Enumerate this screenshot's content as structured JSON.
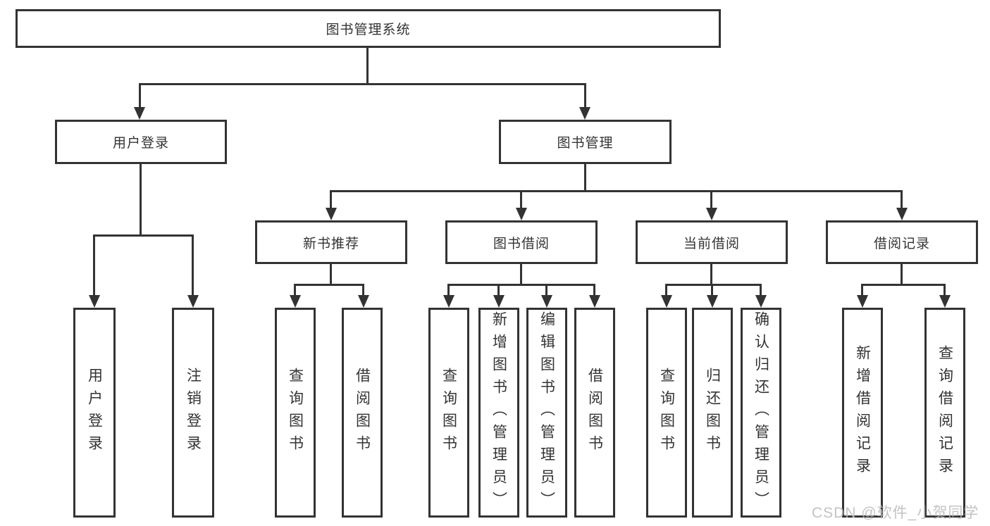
{
  "diagram": {
    "root": {
      "label": "图书管理系统"
    },
    "level2": {
      "user_login": {
        "label": "用户登录"
      },
      "book_mgmt": {
        "label": "图书管理"
      }
    },
    "level3": {
      "new_book": {
        "label": "新书推荐"
      },
      "book_borrow": {
        "label": "图书借阅"
      },
      "current_borrow": {
        "label": "当前借阅"
      },
      "borrow_record": {
        "label": "借阅记录"
      }
    },
    "leaves": {
      "user_login_1": {
        "label": "用户登录"
      },
      "user_login_2": {
        "label": "注销登录"
      },
      "new_book_1": {
        "label": "查询图书"
      },
      "new_book_2": {
        "label": "借阅图书"
      },
      "book_borrow_1": {
        "label": "查询图书"
      },
      "book_borrow_2": {
        "label": "新增图书（管理员）"
      },
      "book_borrow_3": {
        "label": "编辑图书（管理员）"
      },
      "book_borrow_4": {
        "label": "借阅图书"
      },
      "current_borrow_1": {
        "label": "查询图书"
      },
      "current_borrow_2": {
        "label": "归还图书"
      },
      "current_borrow_3": {
        "label": "确认归还（管理员）"
      },
      "borrow_record_1": {
        "label": "新增借阅记录"
      },
      "borrow_record_2": {
        "label": "查询借阅记录"
      }
    },
    "watermark": "CSDN @软件_小贺同学"
  },
  "colors": {
    "line": "#333333",
    "text": "#333333",
    "watermark": "#b9b9b9",
    "background": "#ffffff"
  }
}
